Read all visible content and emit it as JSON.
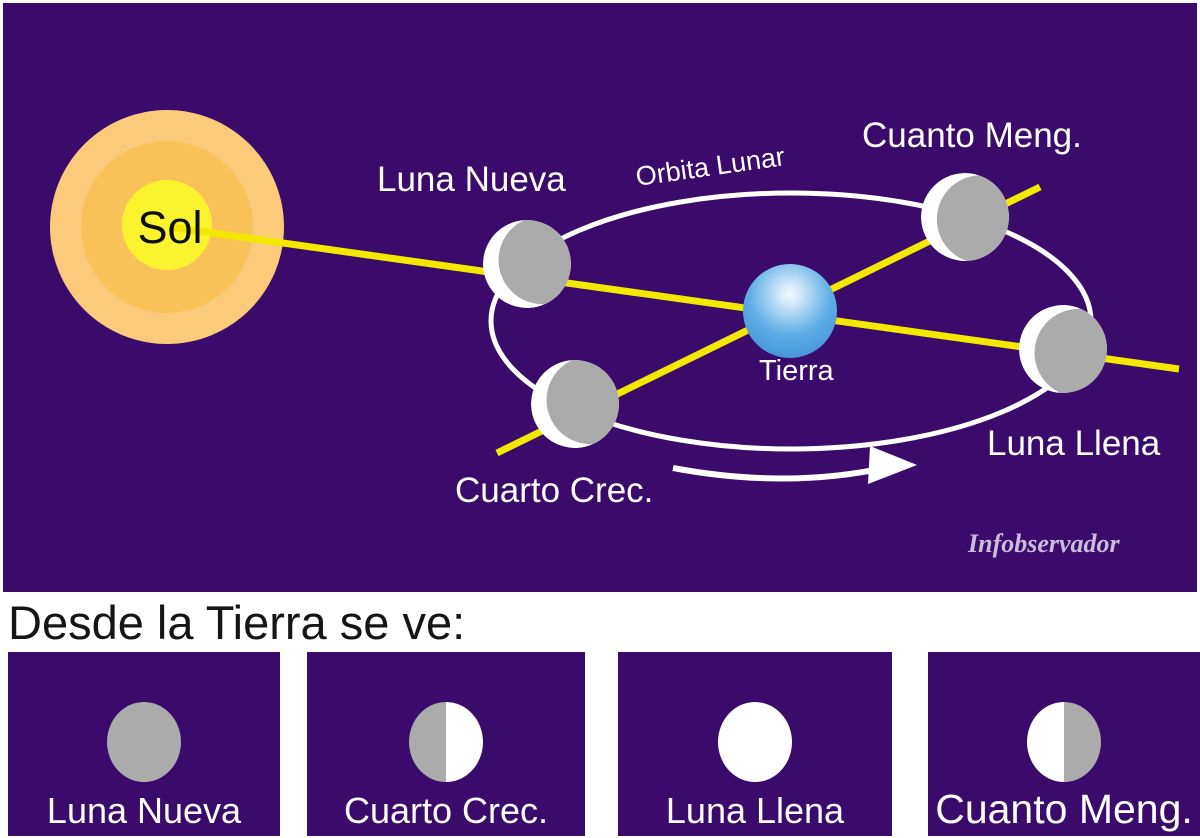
{
  "scene": {
    "sun_label": "Sol",
    "orbit_label": "Orbita Lunar",
    "earth_label": "Tierra",
    "labels": {
      "new_moon": "Luna Nueva",
      "waning_quarter": "Cuanto Meng.",
      "full_moon": "Luna Llena",
      "waxing_quarter": "Cuarto Crec."
    },
    "watermark": "Infobservador"
  },
  "colors": {
    "background_purple": "#3A0B6B",
    "sun_core_yellow": "#FCF32F",
    "sun_mid_orange": "#F9C258",
    "sun_glow_orange": "#FBCA7A",
    "ray_yellow": "#F5E800",
    "moon_gray": "#ABABAB",
    "earth_blue": "#4FA5E2",
    "orbit_white": "#FFFFFF",
    "watermark_lavender": "#C9BCDE"
  },
  "bottom": {
    "heading": "Desde la Tierra se ve:",
    "panels": [
      {
        "label": "Luna Nueva",
        "phase": "new"
      },
      {
        "label": "Cuarto Crec.",
        "phase": "first-quarter"
      },
      {
        "label": "Luna Llena",
        "phase": "full"
      },
      {
        "label": "Cuanto Meng.",
        "phase": "last-quarter"
      }
    ]
  }
}
